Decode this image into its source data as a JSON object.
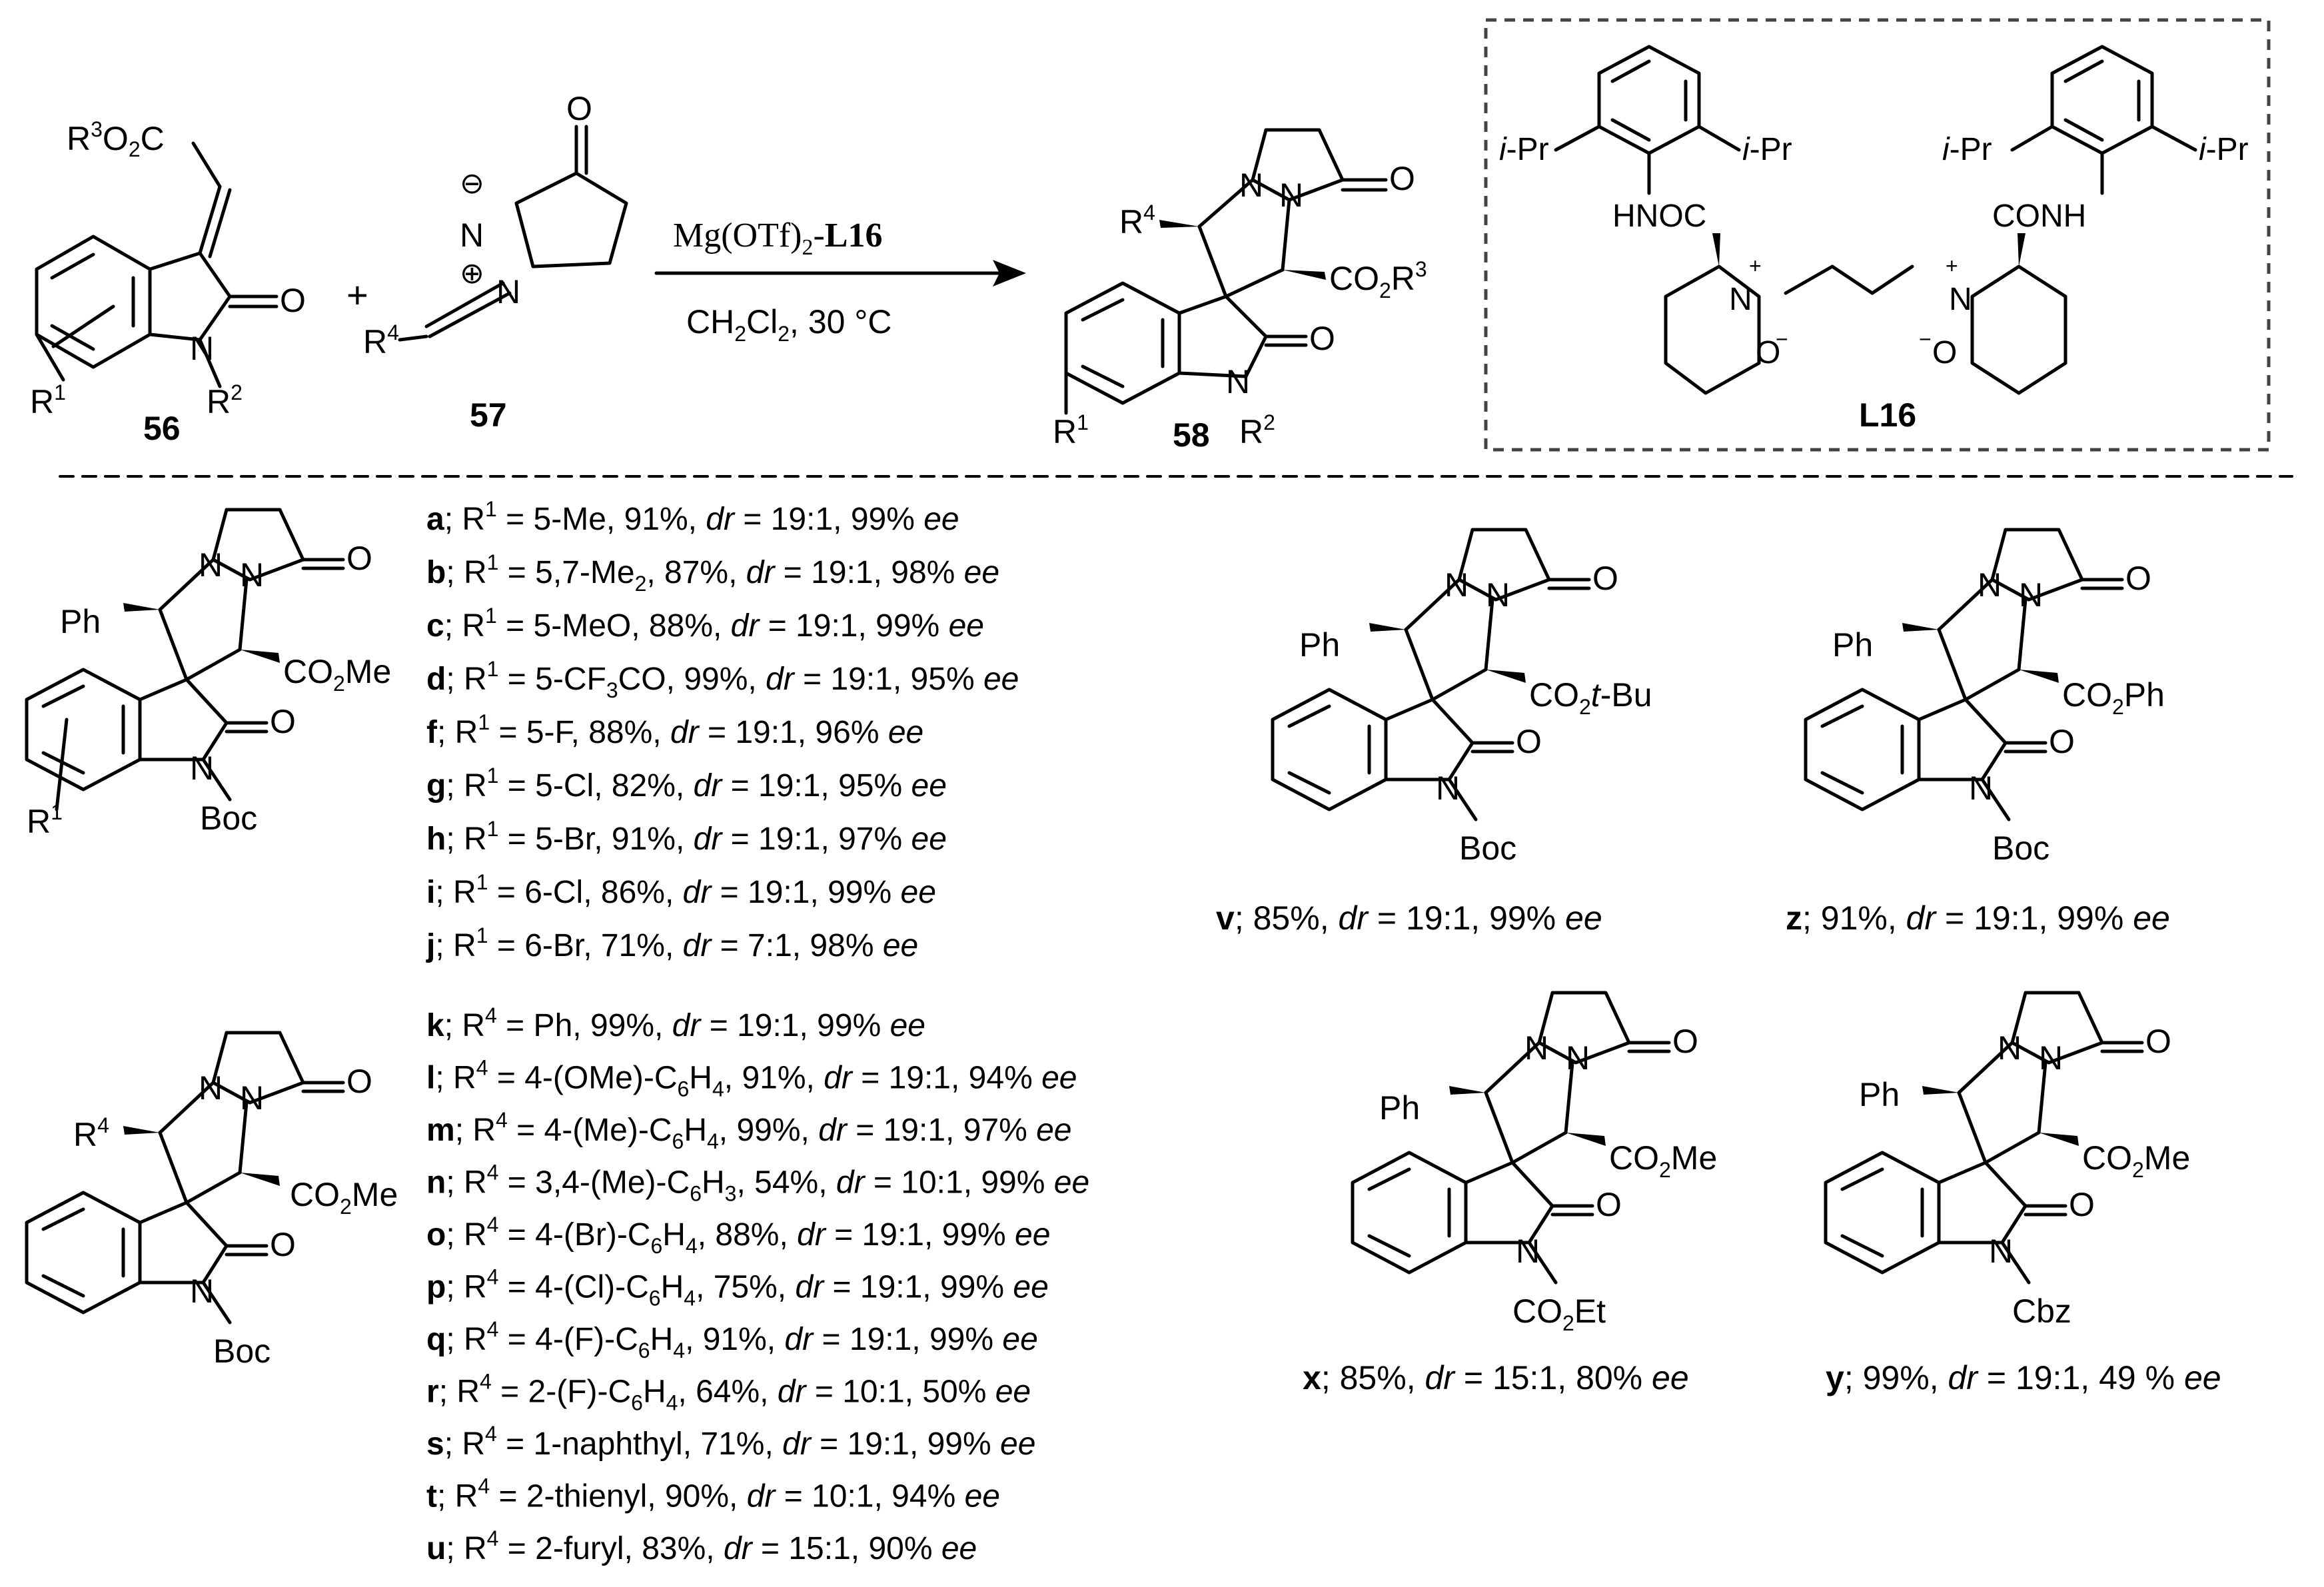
{
  "reaction": {
    "reagent": "Mg(OTf)",
    "reagent_sub": "2",
    "reagent_sep": "-",
    "ligand": "L16",
    "solvent": "CH",
    "solvent_sub": "2",
    "solvent_rest": "Cl",
    "solvent_sub2": "2",
    "conditions": ", 30 °C",
    "plus": "+"
  },
  "compounds": {
    "c56": "56",
    "c57": "57",
    "c58": "58",
    "l16": "L16"
  },
  "table_k_to_u": [
    {
      "id": "k",
      "r": "4",
      "sub": "Ph",
      "yield": "99%",
      "dr": "19:1",
      "ee": "99%"
    },
    {
      "id": "l",
      "r": "4",
      "sub": "4-(OMe)-C",
      "n": "6",
      "tail": "H",
      "tn": "4",
      "yield": "91%",
      "dr": "19:1",
      "ee": "94%"
    },
    {
      "id": "m",
      "r": "4",
      "sub": "4-(Me)-C",
      "n": "6",
      "tail": "H",
      "tn": "4",
      "yield": "99%",
      "dr": "19:1",
      "ee": "97%"
    },
    {
      "id": "n",
      "r": "4",
      "sub": "3,4-(Me)-C",
      "n": "6",
      "tail": "H",
      "tn": "3",
      "yield": "54%",
      "dr": "10:1",
      "ee": "99%"
    },
    {
      "id": "o",
      "r": "4",
      "sub": "4-(Br)-C",
      "n": "6",
      "tail": "H",
      "tn": "4",
      "yield": "88%",
      "dr": "19:1",
      "ee": "99%"
    },
    {
      "id": "p",
      "r": "4",
      "sub": "4-(Cl)-C",
      "n": "6",
      "tail": "H",
      "tn": "4",
      "yield": "75%",
      "dr": "19:1",
      "ee": "99%"
    },
    {
      "id": "q",
      "r": "4",
      "sub": "4-(F)-C",
      "n": "6",
      "tail": "H",
      "tn": "4",
      "yield": "91%",
      "dr": "19:1",
      "ee": "99%"
    },
    {
      "id": "r",
      "r": "4",
      "sub": "2-(F)-C",
      "n": "6",
      "tail": "H",
      "tn": "4",
      "yield": "64%",
      "dr": "10:1",
      "ee": "50%"
    },
    {
      "id": "s",
      "r": "4",
      "sub": "1-naphthyl",
      "yield": "71%",
      "dr": "19:1",
      "ee": "99%"
    },
    {
      "id": "t",
      "r": "4",
      "sub": "2-thienyl",
      "yield": "90%",
      "dr": "10:1",
      "ee": "94%"
    },
    {
      "id": "u",
      "r": "4",
      "sub": "2-furyl",
      "yield": "83%",
      "dr": "15:1",
      "ee": "90%"
    }
  ],
  "table_a_to_j": [
    {
      "id": "a",
      "r": "1",
      "sub": "5-Me",
      "yield": "91%",
      "dr": "19:1",
      "ee": "99%"
    },
    {
      "id": "b",
      "r": "1",
      "sub": "5,7-Me",
      "n": "2",
      "yield": "87%",
      "dr": "19:1",
      "ee": "98%"
    },
    {
      "id": "c",
      "r": "1",
      "sub": "5-MeO",
      "yield": "88%",
      "dr": "19:1",
      "ee": "99%"
    },
    {
      "id": "d",
      "r": "1",
      "sub": "5-CF",
      "n": "3",
      "tail": "CO",
      "yield": "99%",
      "dr": "19:1",
      "ee": "95%"
    },
    {
      "id": "f",
      "r": "1",
      "sub": "5-F",
      "yield": "88%",
      "dr": "19:1",
      "ee": "96%"
    },
    {
      "id": "g",
      "r": "1",
      "sub": "5-Cl",
      "yield": "82%",
      "dr": "19:1",
      "ee": "95%"
    },
    {
      "id": "h",
      "r": "1",
      "sub": "5-Br",
      "yield": "91%",
      "dr": "19:1",
      "ee": "97%"
    },
    {
      "id": "i",
      "r": "1",
      "sub": "6-Cl",
      "yield": "86%",
      "dr": "19:1",
      "ee": "99%"
    },
    {
      "id": "j",
      "r": "1",
      "sub": "6-Br",
      "yield": "71%",
      "dr": "7:1",
      "ee": "98%"
    }
  ],
  "products": {
    "v": {
      "id": "v",
      "yield": "85%",
      "dr": "19:1",
      "ee": "99%"
    },
    "z": {
      "id": "z",
      "yield": "91%",
      "dr": "19:1",
      "ee": "99%"
    },
    "x": {
      "id": "x",
      "yield": "85%",
      "dr": "15:1",
      "ee": "80%"
    },
    "y": {
      "id": "y",
      "yield": "99%",
      "dr": "19:1",
      "ee": "49 %"
    }
  },
  "text_fragments": {
    "R": "R",
    "eq": " = ",
    "sep": "; ",
    "dr": "dr",
    "ee": "ee",
    "O": "O",
    "N": "N",
    "Boc": "Boc",
    "Cbz": "Cbz",
    "Ph": "Ph",
    "CO2Me": "CO",
    "Me": "Me",
    "tBu": "t",
    "Bu": "-Bu",
    "Et": "Et",
    "iPr_i": "i",
    "iPr_pr": "-Pr",
    "HNOC": "HNOC",
    "CONH": "CONH",
    "plus_charge": "+",
    "minus_charge": "−"
  }
}
